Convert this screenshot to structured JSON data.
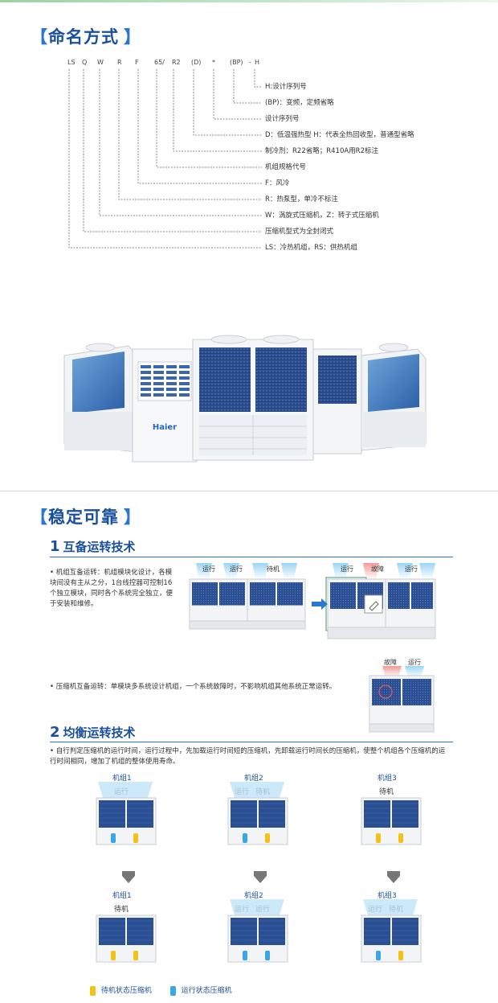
{
  "naming": {
    "title": "命名方式",
    "bracket_l": "【",
    "bracket_r": "】",
    "code_parts": [
      "LS",
      "Q",
      "W",
      "R",
      "F",
      "65/",
      "R2",
      "(D)",
      "*",
      "(BP)",
      "-",
      "H"
    ],
    "legend": [
      "H:设计序列号",
      "(BP)：变频，定频省略",
      "设计序列号",
      "D：低温强热型  H：代表全热回收型，普通型省略",
      "制冷剂：R22省略；R410A用R2标注",
      "机组规格代号",
      "F：风冷",
      "R：热泵型，单冷不标注",
      "W：涡旋式压缩机，Z：转子式压缩机",
      "压缩机型式为全封闭式",
      "LS：冷热机组，RS：供热机组"
    ]
  },
  "hero": {
    "brand": "Haier"
  },
  "reliable": {
    "title": "稳定可靠",
    "bracket_l": "【",
    "bracket_r": "】",
    "tech1": {
      "num": "1",
      "title": "互备运转技术",
      "desc1": "• 机组互备运转：机组模块化设计，各模块间没有主从之分，1台线控器可控制16个独立模块，同时各个系统完全独立，便于安装和维修。",
      "desc2": "• 压缩机互备运转：单模块多系统设计机组，一个系统故障时，不影响机组其他系统正常运转。",
      "state_run": "运行",
      "state_wait": "待机",
      "state_fault": "故障"
    },
    "tech2": {
      "num": "2",
      "title": "均衡运转技术",
      "desc": "• 自行判定压缩机的运行时间，运行过程中，先加载运行时间短的压缩机，先卸载运行时间长的压缩机，使整个机组各个压缩机的运行时间相同，增加了机组的整体使用寿命。",
      "groups_top": [
        {
          "name": "机组1",
          "states": [
            "运行"
          ]
        },
        {
          "name": "机组2",
          "states": [
            "运行",
            "待机"
          ]
        },
        {
          "name": "机组3",
          "states": [
            "待机"
          ]
        }
      ],
      "groups_bottom": [
        {
          "name": "机组1",
          "states": [
            "待机"
          ]
        },
        {
          "name": "机组2",
          "states": [
            "运行",
            "运行"
          ]
        },
        {
          "name": "机组3",
          "states": [
            "运行",
            "待机"
          ]
        }
      ],
      "legend_wait": "待机状态压缩机",
      "legend_run": "运行状态压缩机"
    }
  },
  "colors": {
    "brand_blue": "#1a4f9c",
    "accent_blue": "#2a77d0",
    "unit_panel": "#2f4f8f",
    "comp_yellow": "#f2c21b",
    "comp_blue": "#3aa6e8",
    "fault_red": "#e85a5a"
  }
}
